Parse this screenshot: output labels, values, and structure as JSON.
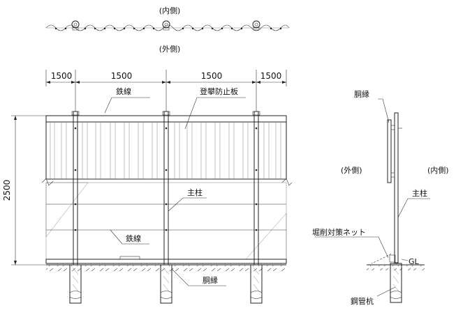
{
  "labels": {
    "inside_top": "(内側)",
    "outside_top": "(外側)",
    "wire_top": "鉄線",
    "climb_plate": "登攀防止板",
    "main_post": "主柱",
    "wire_mid": "鉄線",
    "waist_edge": "胴縁",
    "side_waist_edge": "胴縁",
    "side_outside": "(外側)",
    "side_inside": "(内側)",
    "side_main_post": "主柱",
    "excavation_net": "堀削対策ネット",
    "gl": "GL",
    "steel_pile": "鋼管杭"
  },
  "dimensions": {
    "span_1": "1500",
    "span_2": "1500",
    "span_3": "1500",
    "span_4": "1500",
    "height": "2500"
  }
}
